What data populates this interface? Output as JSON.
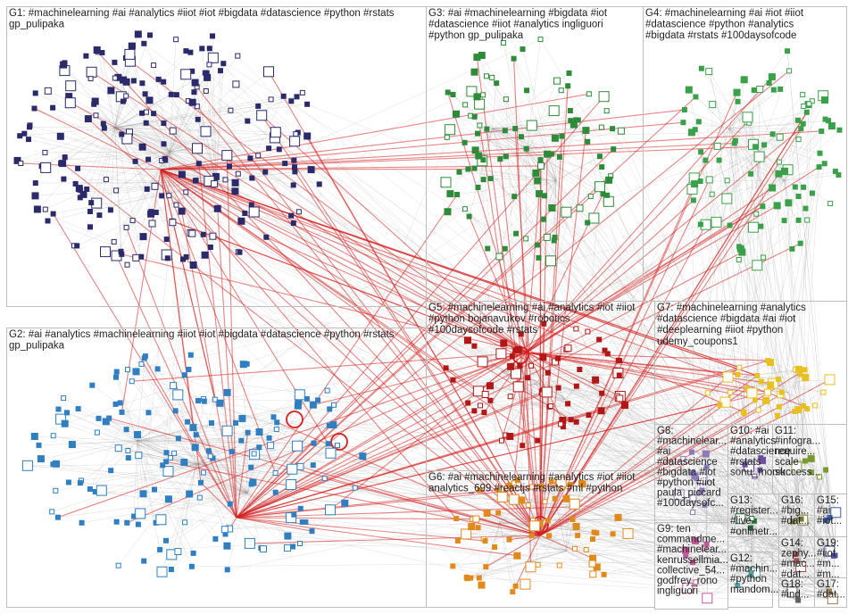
{
  "groups": [
    {
      "id": "G1",
      "lines": [
        "G1: #machinelearning #ai #analytics #iiot #iot #bigdata #datascience #python #rstats",
        "gp_pulipaka"
      ]
    },
    {
      "id": "G2",
      "lines": [
        "G2: #ai #analytics #machinelearning #iiot #iot #bigdata #datascience #python #rstats",
        "gp_pulipaka"
      ]
    },
    {
      "id": "G3",
      "lines": [
        "G3: #ai #machinelearning #bigdata #iot",
        "#datascience #iiot #analytics ingliguori",
        "#python gp_pulipaka"
      ]
    },
    {
      "id": "G4",
      "lines": [
        "G4: #machinelearning #ai #iot #iiot",
        "#datascience #python #analytics",
        "#bigdata #rstats #100daysofcode"
      ]
    },
    {
      "id": "G5",
      "lines": [
        "G5: #machinelearning #ai #analytics #iot #iiot",
        "#python bojanavukov #robotics",
        "#100daysofcode #rstats"
      ]
    },
    {
      "id": "G6",
      "lines": [
        "G6: #ai #machinelearning #analytics #iot #iiot",
        "analytics_699 #reactjs #rstats #ml #python"
      ]
    },
    {
      "id": "G7",
      "lines": [
        "G7: #machinelearning #analytics",
        "#datascience #bigdata #ai #iot",
        "#deeplearning #iiot #python",
        "udemy_coupons1"
      ]
    },
    {
      "id": "G8",
      "lines": [
        "G8:",
        "#machinelear...",
        "#ai",
        "#datascience",
        "#bigdata #iot",
        "#python #iiot",
        "paula_piccard",
        "#100daysofc..."
      ]
    },
    {
      "id": "G9",
      "lines": [
        "G9: ten",
        "commandme...",
        "#machinelear...",
        "kenrussellmia...",
        "collective_54...",
        "godfrey_rono",
        "ingliguori"
      ]
    },
    {
      "id": "G10",
      "lines": [
        "G10: #ai",
        "#analytics",
        "#datascience",
        "#rstats",
        "sonu_monik..."
      ]
    },
    {
      "id": "G11",
      "lines": [
        "G11:",
        "#infogra...",
        "require...",
        "scale",
        "success..."
      ]
    },
    {
      "id": "G12",
      "lines": [
        "G12:",
        "#machin...",
        "#python",
        "mandom..."
      ]
    },
    {
      "id": "G13",
      "lines": [
        "G13:",
        "#register...",
        "#live",
        "#onlinetr..."
      ]
    },
    {
      "id": "G14",
      "lines": [
        "G14:",
        "zephy...",
        "#mac...",
        "#dat..."
      ]
    },
    {
      "id": "G15",
      "lines": [
        "G15:",
        "#ai",
        "#iot..."
      ]
    },
    {
      "id": "G16",
      "lines": [
        "G16:",
        "#big...",
        "#dat..."
      ]
    },
    {
      "id": "G17",
      "lines": [
        "G17:",
        "#dat..."
      ]
    },
    {
      "id": "G18",
      "lines": [
        "G18:",
        "#ind..."
      ]
    },
    {
      "id": "G19",
      "lines": [
        "G19:",
        "#iiot",
        "#m...",
        "#m..."
      ]
    }
  ],
  "colors": {
    "G1": "#2b2b6b",
    "G2": "#2f7fc1",
    "G3": "#2e8b3a",
    "G4": "#3aa04a",
    "G5": "#b01818",
    "G6": "#e08a1e",
    "G7": "#e8c020",
    "G8": "#8f7bb8",
    "G9": "#c05a9a",
    "G10": "#6d4fa0",
    "G11": "#7a9a2e",
    "G12": "#4fa0a0",
    "G13": "#2e6b3a",
    "G14": "#a04f4f",
    "G15": "#3a5fa0",
    "G16": "#7a7a2e",
    "G17": "#a07a4f",
    "G18": "#5f5f5f",
    "G19": "#4f4fa0",
    "edge_light": "#9a9a9a",
    "edge_strong": "#d42020"
  }
}
